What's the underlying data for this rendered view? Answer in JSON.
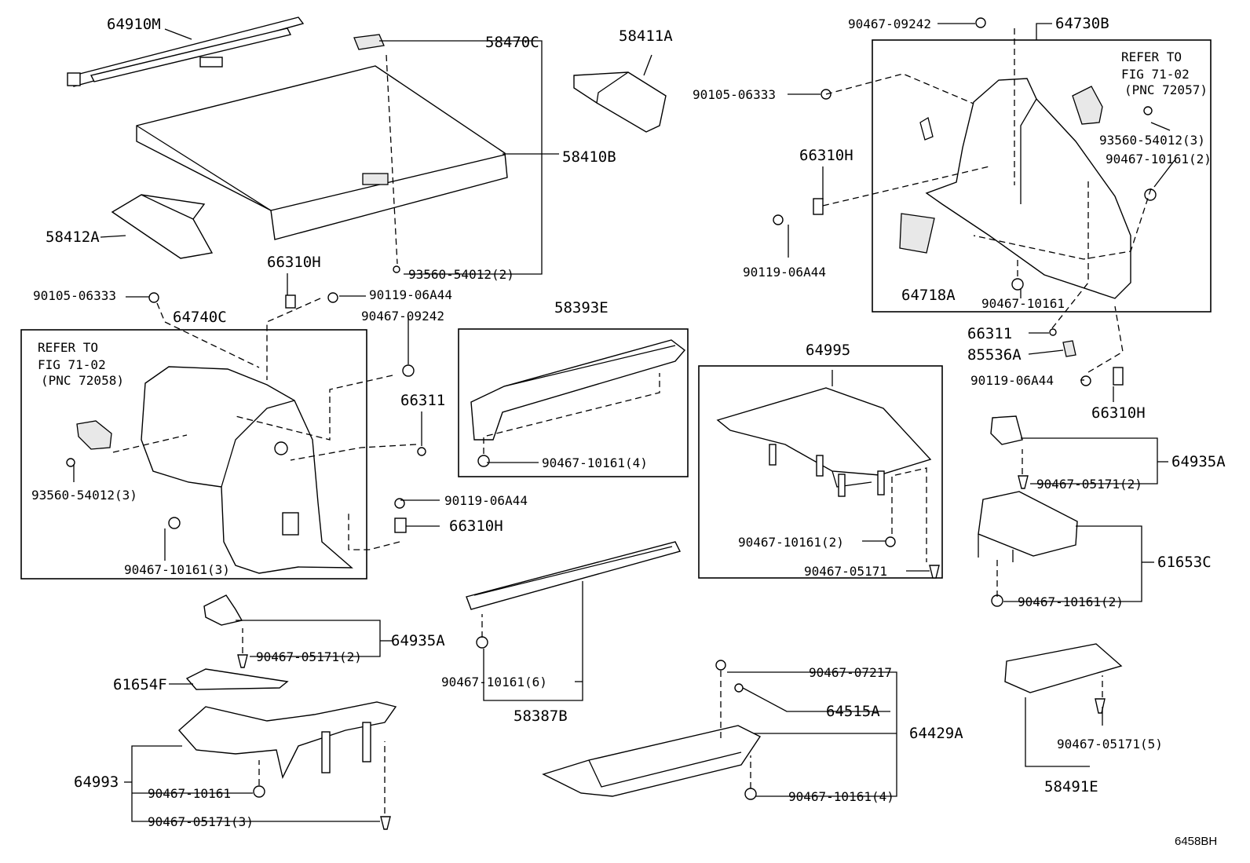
{
  "diagram": {
    "code": "6458BH",
    "refer_notes": {
      "left": {
        "line1": "REFER TO",
        "line2": "FIG 71-02",
        "line3": "(PNC 72058)"
      },
      "right": {
        "line1": "REFER TO",
        "line2": "FIG 71-02",
        "line3": "(PNC 72057)"
      }
    },
    "labels": {
      "p64910M": "64910M",
      "p58470C": "58470C",
      "p58411A": "58411A",
      "p58410B": "58410B",
      "p58412A": "58412A",
      "p66310H_a": "66310H",
      "p93560_2": "93560-54012(2)",
      "p90105_a": "90105-06333",
      "p90119_a": "90119-06A44",
      "p64740C": "64740C",
      "p90467_09242_a": "90467-09242",
      "p66311_a": "66311",
      "p93560_3a": "93560-54012(3)",
      "p90467_10161_3": "90467-10161(3)",
      "p90119_b": "90119-06A44",
      "p66310H_b": "66310H",
      "p58393E": "58393E",
      "p90467_10161_4a": "90467-10161(4)",
      "p64995": "64995",
      "p90467_10161_2a": "90467-10161(2)",
      "p90467_05171_a": "90467-05171",
      "p90467_09242_b": "90467-09242",
      "p64730B": "64730B",
      "p90105_b": "90105-06333",
      "p66310H_c": "66310H",
      "p90119_c": "90119-06A44",
      "p64718A": "64718A",
      "p90467_10161_b": "90467-10161",
      "p93560_3b": "93560-54012(3)",
      "p90467_10161_2b": "90467-10161(2)",
      "p66311_b": "66311",
      "p85536A": "85536A",
      "p90119_d": "90119-06A44",
      "p66310H_d": "66310H",
      "p64935A_r": "64935A",
      "p90467_05171_2r": "90467-05171(2)",
      "p61653C": "61653C",
      "p90467_10161_2c": "90467-10161(2)",
      "p64935A_l": "64935A",
      "p90467_05171_2l": "90467-05171(2)",
      "p61654F": "61654F",
      "p64993": "64993",
      "p90467_10161_c": "90467-10161",
      "p90467_05171_3": "90467-05171(3)",
      "p90467_10161_6": "90467-10161(6)",
      "p58387B": "58387B",
      "p90467_07217": "90467-07217",
      "p64515A": "64515A",
      "p64429A": "64429A",
      "p90467_10161_4b": "90467-10161(4)",
      "p90467_05171_5": "90467-05171(5)",
      "p58491E": "58491E"
    }
  }
}
